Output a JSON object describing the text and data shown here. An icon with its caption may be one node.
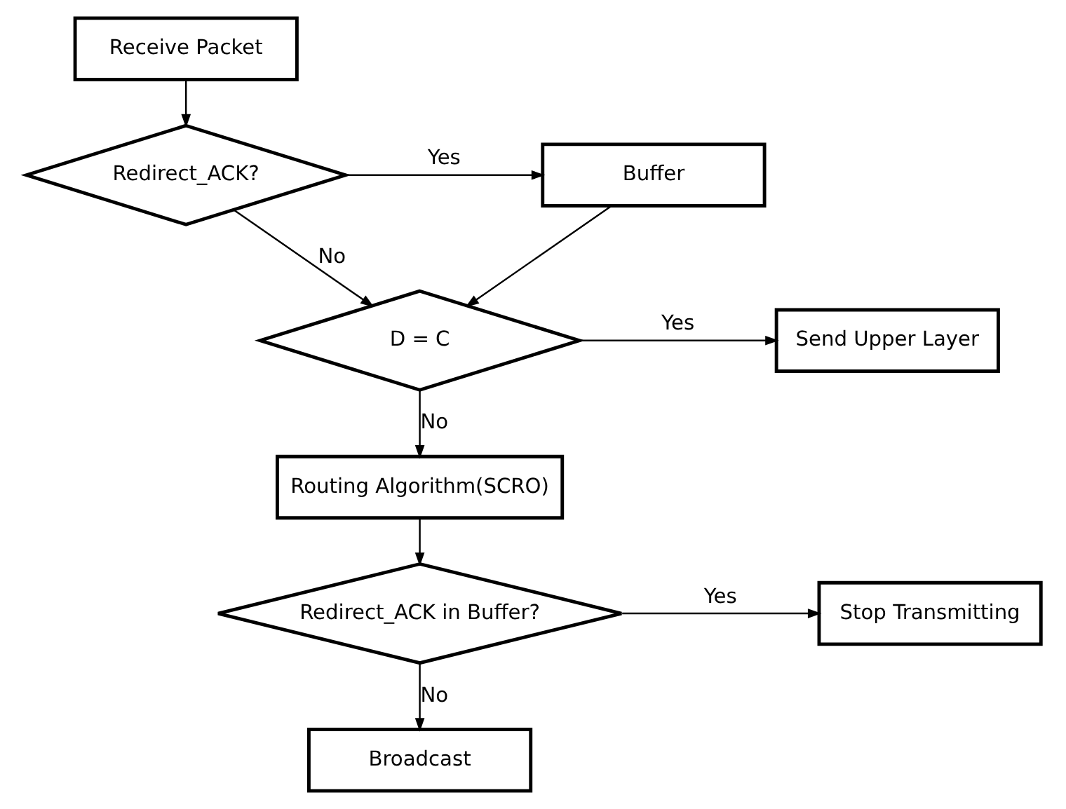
{
  "diagram": {
    "nodes": [
      {
        "text": [
          "Receive Packet"
        ]
      },
      {
        "text": [
          "Redirect_ACK?"
        ]
      },
      {
        "text": [
          "Buffer"
        ]
      },
      {
        "text": [
          "D = C"
        ]
      },
      {
        "text": [
          "Send Upper Layer"
        ]
      },
      {
        "text": [
          "Routing Algorithm(SCRO)"
        ]
      },
      {
        "text": [
          "Redirect_ACK in Buffer?"
        ]
      },
      {
        "text": [
          "Stop Transmitting"
        ]
      },
      {
        "text": [
          "Broadcast"
        ]
      }
    ],
    "edges": [
      {
        "from": 0,
        "to": 1,
        "arrow": "to"
      },
      {
        "from": 1,
        "to": 2,
        "arrow": "to",
        "label": "Yes"
      },
      {
        "from": 1,
        "to": 3,
        "arrow": "to",
        "label": "No"
      },
      {
        "from": 2,
        "to": 3,
        "arrow": "to"
      },
      {
        "from": 3,
        "to": 4,
        "arrow": "to",
        "label": "Yes"
      },
      {
        "from": 3,
        "to": 5,
        "arrow": "to",
        "label": "No"
      },
      {
        "from": 5,
        "to": 6,
        "arrow": "to"
      },
      {
        "from": 6,
        "to": 7,
        "arrow": "to",
        "label": "Yes"
      },
      {
        "from": 6,
        "to": 8,
        "arrow": "to",
        "label": "No"
      }
    ]
  }
}
